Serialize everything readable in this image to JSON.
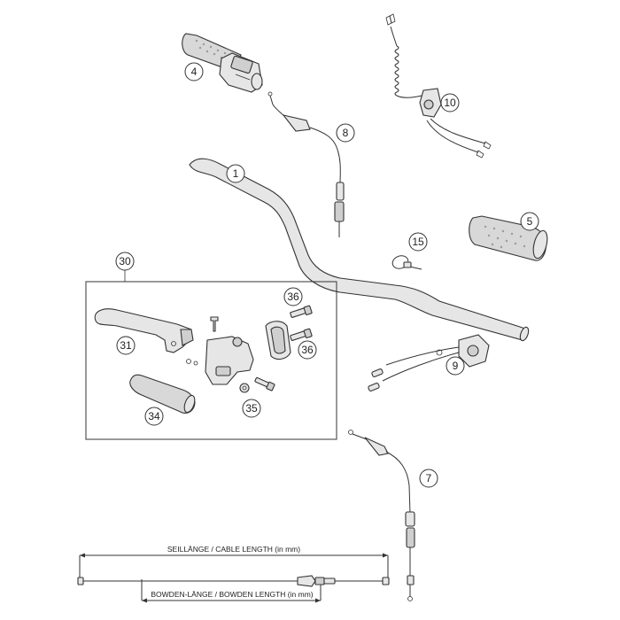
{
  "callouts": {
    "c1": "1",
    "c4": "4",
    "c5": "5",
    "c7": "7",
    "c8": "8",
    "c9": "9",
    "c10": "10",
    "c15": "15",
    "c30": "30",
    "c31": "31",
    "c34": "34",
    "c35": "35",
    "c36a": "36",
    "c36b": "36"
  },
  "legend": {
    "cable_length": "SEILLÄNGE / CABLE LENGTH (in mm)",
    "bowden_length": "BOWDEN-LÄNGE / BOWDEN LENGTH (in mm)"
  }
}
